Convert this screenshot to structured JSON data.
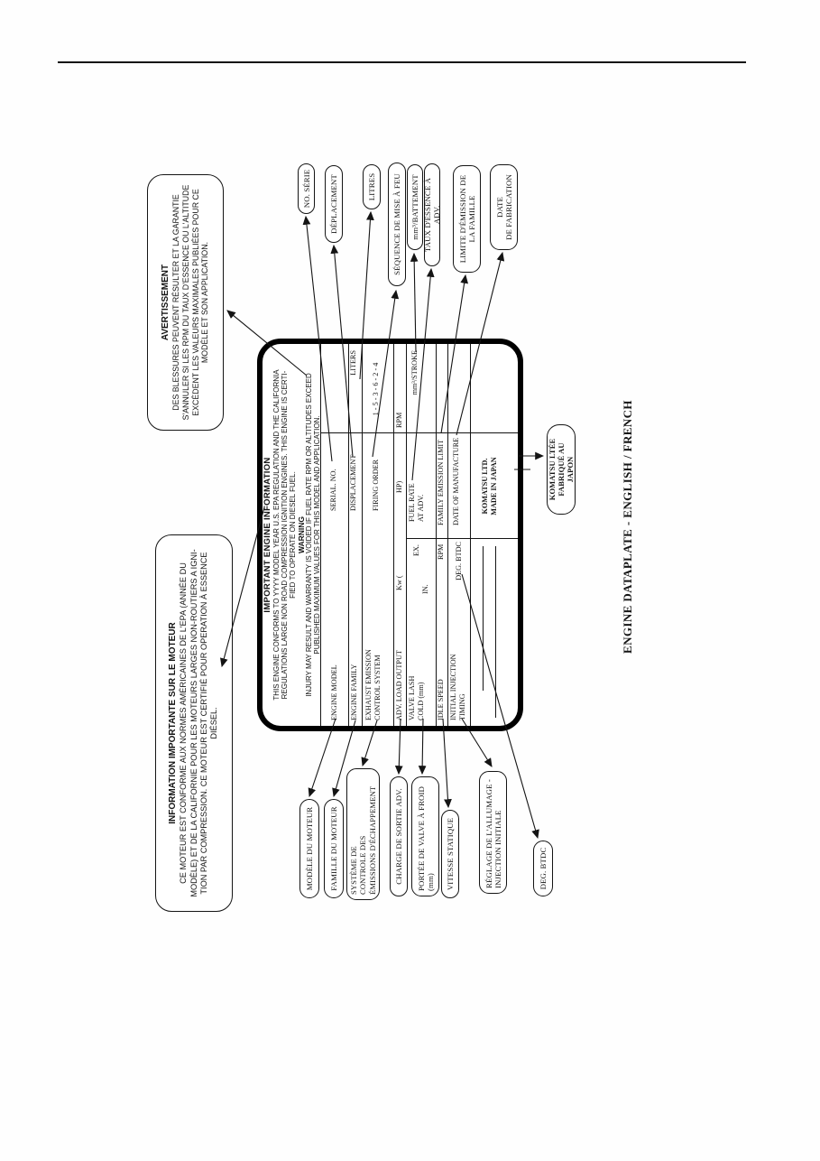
{
  "ink": "#141414",
  "caption": "ENGINE DATAPLATE - ENGLISH / FRENCH",
  "warning_box": {
    "title": "AVERTISSEMENT",
    "body": "DES BLESSURES PEUVENT RÉSULTER ET LA GARANTIE\nS'ANNULER SI LES RPM DU TAUX D'ESSENCE OU L'ALTITUDE\nEXCÈDENT LES VALEURS MAXIMALES PUBLIÉES POUR CE\nMODÈLE ET SON APPLICATION."
  },
  "info_box": {
    "title": "INFORMATION IMPORTANTE SUR LE MOTEUR",
    "body": "CE MOTEUR EST CONFORME AUX NORMES AMÉRICAINES DE L'EPA (ANNÉE DU\nMODÈLE) ET DE LA CALIFORNIE POUR LES MOTEURS LARGES NON-ROUTIERS A IGNI-\nTION PAR COMPRESSION.  CE MOTEUR EST CERTIFIÉ POUR OPERATION À ESSENCE\nDIÉSEL."
  },
  "plate": {
    "title": "IMPORTANT ENGINE INFORMATION",
    "certification": "THIS ENGINE CONFORMS TO YYYY MODEL YEAR U.S. EPA REGULATION AND THE CALIFORNIA\nREGULATIONS LARGE NON ROAD COMPRESSION IGNITION ENGINES. THIS ENGINE IS CERTI-\nFIED TO OPERATE ON DIESEL FUEL.",
    "warning_title": "WARNING",
    "warning_text": "INJURY MAY RESULT AND WARRANTY IS VOIDED IF FUEL RATE RPM OR ALTITUDES EXCEED\nPUBLISHED MAXIMUM VALUES FOR THIS MODEL AND APPLICATION.",
    "labels": {
      "engine_model": "ENGINE MODEL",
      "serial_no": "SERIAL. NO.",
      "engine_family": "ENGINE FAMILY",
      "displacement": "DISPLACEMENT",
      "liters": "LITERS",
      "exhaust_emission": "EXHAUST EMISSION\nCONTROL SYSTEM",
      "firing_order": "FIRING ORDER",
      "firing_order_value": "1 - 5 - 3 - 6 - 2 - 4",
      "adv_load_output": "ADV. LOAD OUTPUT",
      "kw": "Kw  (",
      "hp": "HP)",
      "rpm": "RPM",
      "valve_lash": "VALVE LASH\nCOLD (mm)",
      "valve_in": "IN.",
      "valve_ex": "EX.",
      "fuel_rate": "FUEL RATE\nAT ADV.",
      "stroke": "mm³/STROKE",
      "idle_speed": "IDLE SPEED",
      "rpm2": "RPM",
      "family_emission_limit": "FAMILY EMISSION LIMIT",
      "initial_injection": "INITIAL INJECTION\nTIMING",
      "deg_btdc": "DEG. BTDC",
      "date_of_manufacture": "DATE OF MANUFACTURE",
      "maker": "KOMATSU LTD.\nMADE IN JAPAN"
    }
  },
  "komatsu_callout": "KOMATSU LTÉE\nFABRIQUÉ AU JAPON",
  "callouts_right": [
    {
      "label": "NO. SÉRIE"
    },
    {
      "label": "DÉPLACEMENT"
    },
    {
      "label": "LITRES"
    },
    {
      "label": "SÉQUENCE DE MISE À FEU"
    },
    {
      "label": "mm³/BATTEMENT"
    },
    {
      "label": "TAUX D'ESSENCE  À ADV."
    },
    {
      "label": "LIMITE D'ÉMISSION DE\nLA FAMILLE"
    },
    {
      "label": "DATE\nDE FABRICATION"
    }
  ],
  "callouts_left": [
    {
      "label": "MODÈLE DU MOTEUR"
    },
    {
      "label": "FAMILLE DU MOTEUR"
    },
    {
      "label": "SYSTÈME DE\nCONTROLE DES\nÉMISSIONS D'ÉCHAPPEMENT"
    },
    {
      "label": "CHARGE DE SORTIE ADV."
    },
    {
      "label": "PORTÉE DE VALVE À FROID\n(mm)"
    },
    {
      "label": "VITESSE STATIQUE"
    },
    {
      "label": "RÉGLAGE DE L'ALLUMAGE -\nINJECTION INITIALE"
    },
    {
      "label": "DEG. BTDC"
    }
  ]
}
